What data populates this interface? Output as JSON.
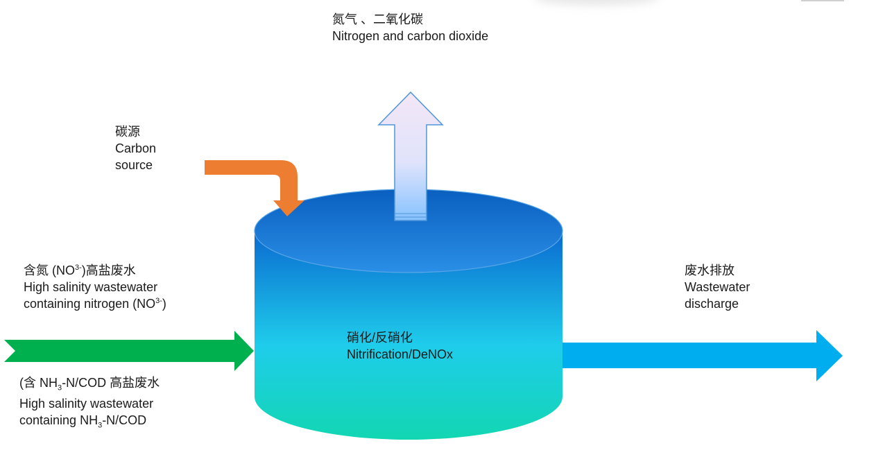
{
  "gas_output": {
    "cn": "氮气 、二氧化碳",
    "en": "Nitrogen and carbon dioxide"
  },
  "carbon_source": {
    "cn": "碳源",
    "en_line1": "Carbon",
    "en_line2": "source"
  },
  "inlet_no3": {
    "cn_prefix": "含氮 (NO",
    "cn_sup": "3-",
    "cn_suffix": ")高盐废水",
    "en_line1": "High salinity wastewater",
    "en_line2_prefix": "containing nitrogen (NO",
    "en_line2_sup": "3-",
    "en_line2_suffix": ")"
  },
  "inlet_nh3": {
    "cn_prefix": "(含 NH",
    "cn_sub": "3",
    "cn_suffix": "-N/COD 高盐废水",
    "en_line1": "High salinity wastewater",
    "en_line2_prefix": "containing NH",
    "en_line2_sub": "3",
    "en_line2_suffix": "-N/COD"
  },
  "reactor": {
    "cn": "硝化/反硝化",
    "en": "Nitrification/DeNOx"
  },
  "discharge": {
    "cn": "废水排放",
    "en_line1": "Wastewater",
    "en_line2": "discharge"
  },
  "colors": {
    "green_arrow": "#00b04f",
    "blue_arrow": "#00aeef",
    "orange_arrow": "#ed7d31",
    "tank_top": "#0070c0",
    "tank_bottom": "#13d8b8",
    "gas_arrow_top": "#f2e4f6",
    "gas_arrow_bottom": "#8ec6ff"
  }
}
